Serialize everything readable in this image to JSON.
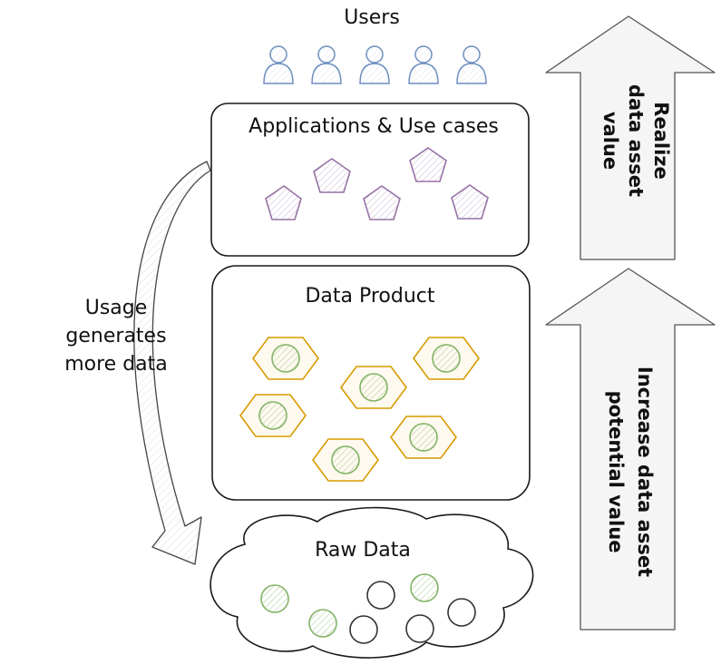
{
  "diagram": {
    "users_label": "Users",
    "applications_label": "Applications & Use cases",
    "data_product_label": "Data Product",
    "raw_data_label": "Raw Data",
    "usage_label": [
      "Usage",
      "generates",
      "more data"
    ],
    "realize_label": [
      "Realize",
      "data asset",
      "value"
    ],
    "increase_label": [
      "Increase data asset",
      "potential value"
    ]
  },
  "colors": {
    "user": "#6c8ebf",
    "application": "#9673a6",
    "data_product": "#d79b00",
    "raw_data_green": "#82b366",
    "raw_data_dark": "#333333",
    "arrow_fill": "#f5f5f5",
    "stroke": "#1a1a1a"
  },
  "icons": {
    "user": "user-icon",
    "application": "pentagon-icon",
    "data_product": "hexagon-icon",
    "raw_data": "circle-icon"
  }
}
